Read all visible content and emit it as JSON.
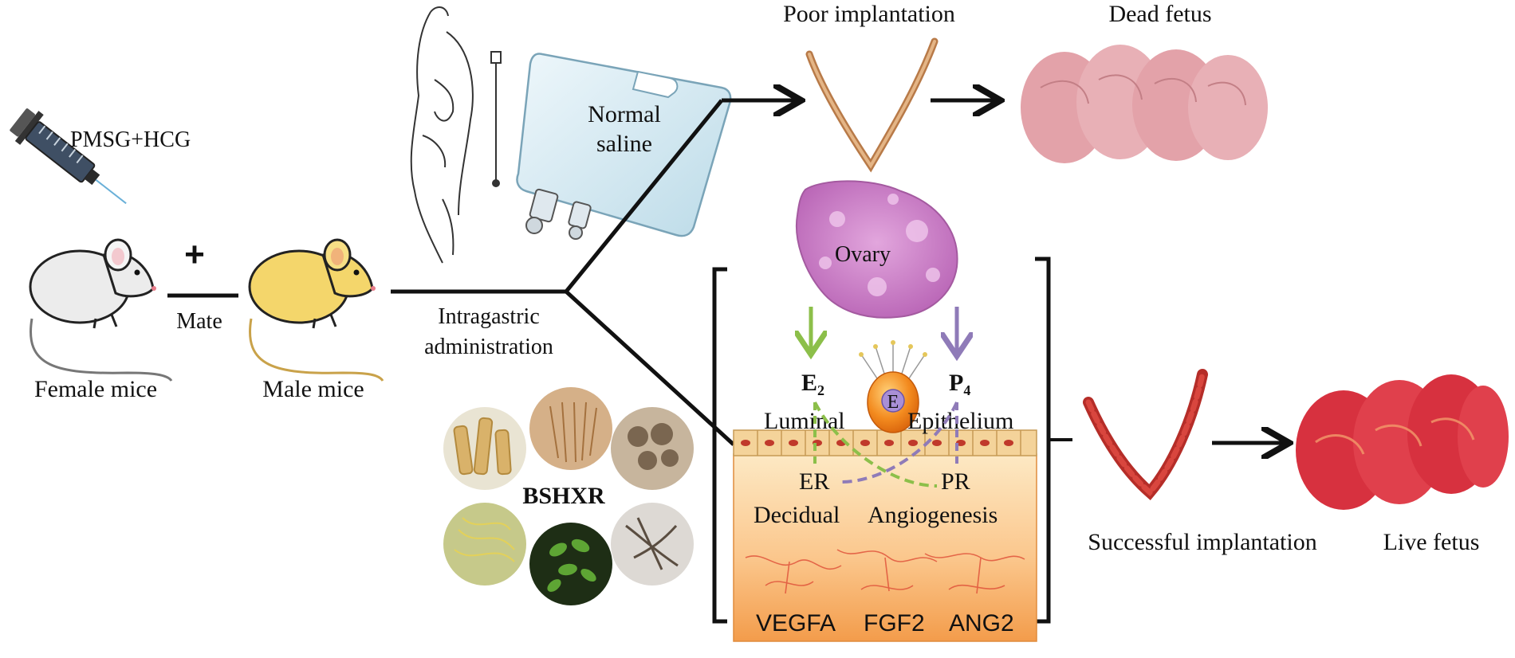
{
  "labels": {
    "pmsg_hcg": "PMSG+HCG",
    "plus": "+",
    "mate": "Mate",
    "female": "Female mice",
    "male": "Male mice",
    "intragastric_line1": "Intragastric",
    "intragastric_line2": "administration",
    "saline_line1": "Normal",
    "saline_line2": "saline",
    "poor_implantation": "Poor implantation",
    "dead_fetus": "Dead fetus",
    "ovary": "Ovary",
    "e2": "E",
    "e2_sub": "2",
    "p4": "P",
    "p4_sub": "4",
    "embryo": "E",
    "luminal": "Luminal",
    "epithelium": "Epithelium",
    "er": "ER",
    "pr": "PR",
    "decidual": "Decidual",
    "angiogenesis": "Angiogenesis",
    "vegfa": "VEGFA",
    "fgf2": "FGF2",
    "ang2": "ANG2",
    "bshxr": "BSHXR",
    "successful_implantation": "Successful implantation",
    "live_fetus": "Live fetus"
  },
  "colors": {
    "e2_arrow": "#8cbf4a",
    "p4_arrow": "#8f7bb8",
    "endometrium_light": "#fde7bf",
    "endometrium_dark": "#f6a658",
    "ovary": "#c97fc4",
    "dead_fetus": "#e9aeb4",
    "live_fetus": "#dd3a48",
    "uterus_poor": "#c98a55",
    "uterus_good": "#cf3b35"
  },
  "icons": [
    "syringe-icon",
    "female-mouse-icon",
    "male-mouse-icon",
    "gavage-illustration-icon",
    "saline-bag-icon",
    "herb-icon"
  ]
}
